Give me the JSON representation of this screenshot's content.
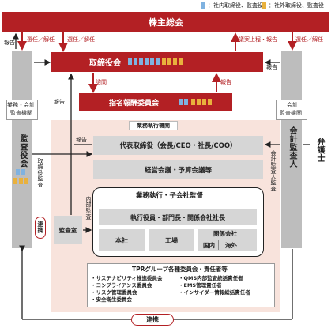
{
  "legend": {
    "internal": "：社内取締役、監査役",
    "external": "：社外取締役、監査役"
  },
  "shareholders_meeting": "株主総会",
  "board": "取締役会",
  "nomination_committee": "指名報酬委員会",
  "audit_board_vertical": "監査役会",
  "accounting_auditor_vertical": "会計監査人",
  "audit_board_outside_label": "業務・会計\n監査機関",
  "accounting_auditor_outside_label": "会計\n監査機関",
  "lawyer": "弁護士",
  "business_execution_org": "業務執行機関",
  "ceo_box": "代表取締役（会長/CEO・社長/COO）",
  "mgmt_meeting": "経営会議・予算会議等",
  "exec_supervision": "業務執行・子会社監督",
  "officers": "執行役員・部門長・関係会社社長",
  "head_office": "本社",
  "factory": "工場",
  "affiliates": "関係会社",
  "domestic": "国内",
  "overseas": "海外",
  "audit_office": "監査室",
  "cooperation": "連携",
  "committees": {
    "title": "TPRグループ各種委員会・責任者等",
    "left": [
      "・サステナビリティ推進委員会",
      "・コンプライアンス委員会",
      "・リスク管理委員会",
      "・安全衛生委員会"
    ],
    "right": [
      "・QMS内部監査統括責任者",
      "・EMS管理責任者",
      "・インサイダー情報総括責任者"
    ]
  },
  "arrow_labels": {
    "report_left_top": "報告",
    "appoint_left": "選任／解任",
    "appoint_mid": "選任／解任",
    "proposal": "議案上程・報告",
    "appoint_right": "選任／解任",
    "report_right": "報告",
    "consult": "諮問",
    "report_nom": "報告",
    "report_mid": "報告",
    "report_ceo": "報告",
    "internal_audit": "内部監査",
    "director_audit": "取締役監査",
    "accounting_audit": "会計監査人監査"
  },
  "colors": {
    "accent_red": "#b32024",
    "internal_blue": "#7fb2e0",
    "external_yellow": "#e9b13d",
    "panel_pink": "#f8e3dc"
  }
}
